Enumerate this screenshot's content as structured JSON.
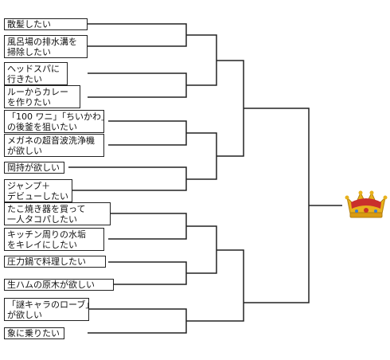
{
  "entries": [
    {
      "label": "散髪したい"
    },
    {
      "label": "風呂場の排水溝を\n掃除したい"
    },
    {
      "label": "ヘッドスパに\n行きたい"
    },
    {
      "label": "ルーからカレー\nを作りたい"
    },
    {
      "label": "「100 ワニ」「ちいかわ」\nの後釜を狙いたい"
    },
    {
      "label": "メガネの超音波洗浄機\nが欲しい"
    },
    {
      "label": "岡持が欲しい"
    },
    {
      "label": "ジャンプ＋\nデビューしたい"
    },
    {
      "label": "たこ焼き器を買って\n一人タコパしたい"
    },
    {
      "label": "キッチン周りの水垢\nをキレイにしたい"
    },
    {
      "label": "圧力鍋で料理したい"
    },
    {
      "label": "生ハムの原木が欲しい"
    },
    {
      "label": "「謎キャラのローブ」\nが欲しい"
    },
    {
      "label": "象に乗りたい"
    }
  ],
  "colors": {
    "line": "#222222",
    "crown_gold": "#e8b21c",
    "crown_red": "#c9302c",
    "crown_dark": "#b07d0f"
  }
}
